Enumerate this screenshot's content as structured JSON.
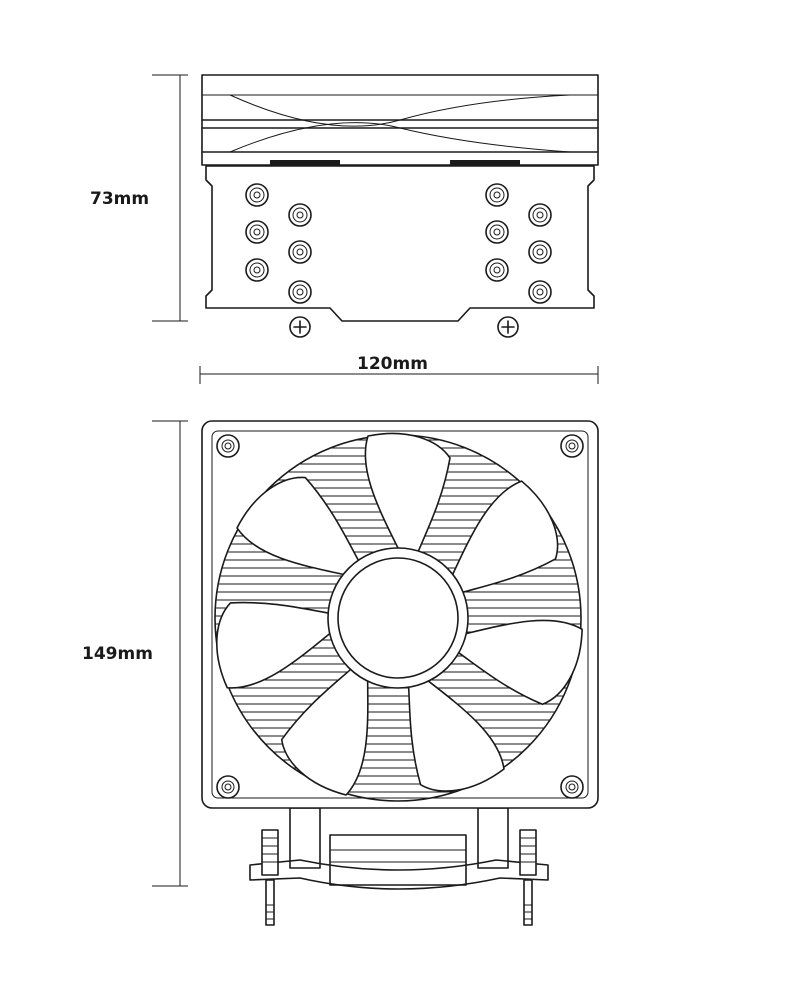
{
  "dimensions": {
    "height_top_view": "73mm",
    "width": "120mm",
    "height_front_view": "149mm"
  },
  "colors": {
    "line": "#1a1a1a",
    "background": "#ffffff"
  }
}
